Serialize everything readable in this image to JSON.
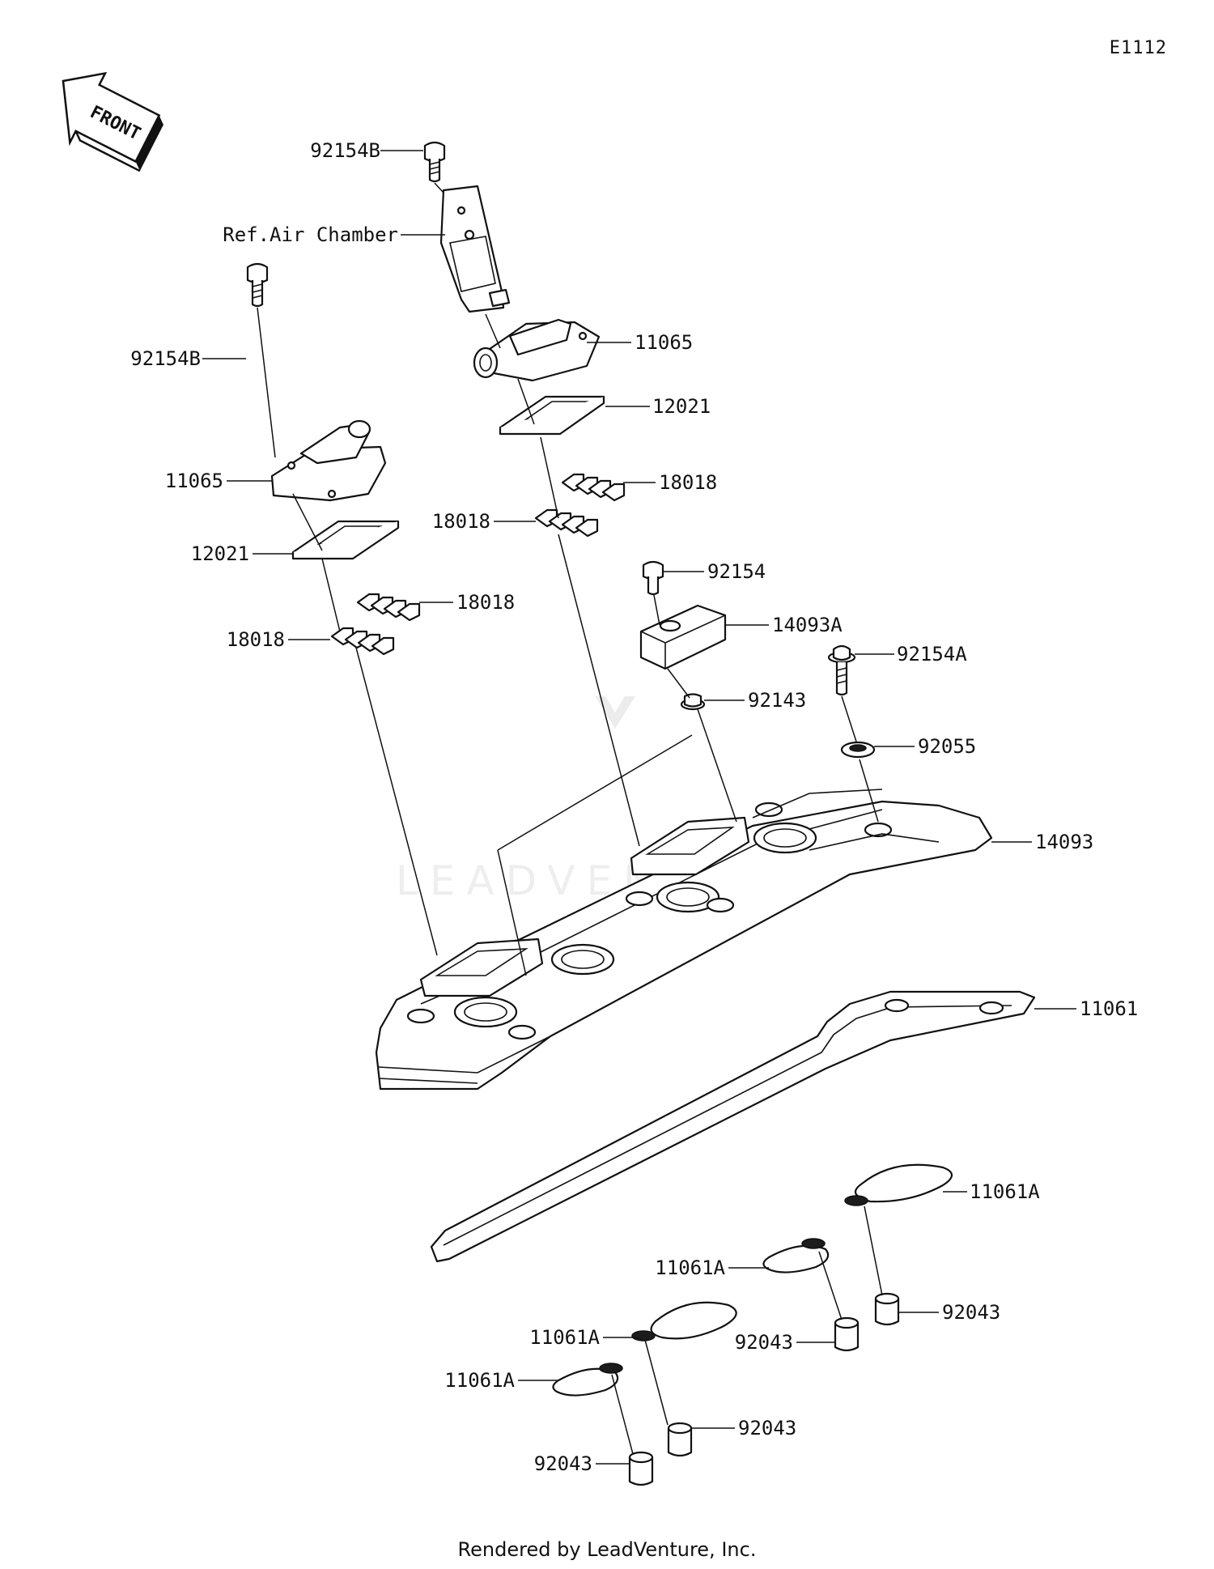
{
  "diagram_code": "E1112",
  "front_arrow_label": "FRONT",
  "watermark": "LEADVENTURE",
  "footer": "Rendered by LeadVenture, Inc.",
  "callouts": {
    "c_92154B_top": "92154B",
    "c_ref_air": "Ref.Air Chamber",
    "c_11065_top": "11065",
    "c_12021_top": "12021",
    "c_18018_top_r": "18018",
    "c_18018_top_l": "18018",
    "c_92154B_left": "92154B",
    "c_11065_left": "11065",
    "c_12021_left": "12021",
    "c_18018_left_r": "18018",
    "c_18018_left_l": "18018",
    "c_92154": "92154",
    "c_14093A": "14093A",
    "c_92154A": "92154A",
    "c_92143": "92143",
    "c_92055": "92055",
    "c_14093": "14093",
    "c_11061": "11061",
    "c_11061A_1": "11061A",
    "c_11061A_2": "11061A",
    "c_11061A_3": "11061A",
    "c_11061A_4": "11061A",
    "c_92043_1": "92043",
    "c_92043_2": "92043",
    "c_92043_3": "92043",
    "c_92043_4": "92043"
  }
}
